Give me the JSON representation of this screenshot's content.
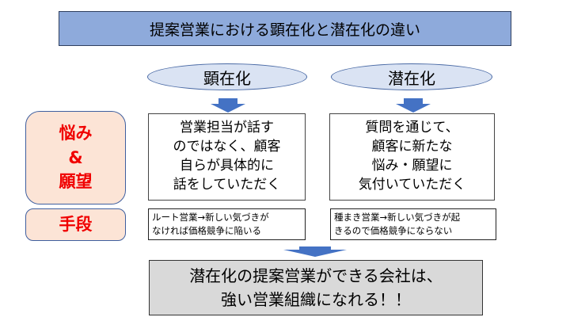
{
  "title": "提案営業における顕在化と潜在化の違い",
  "columns": [
    {
      "header": "顕在化",
      "main_lines": [
        "営業担当が話す",
        "のではなく、顧客",
        "自らが具体的に",
        "話をしていただく"
      ],
      "means_lines": [
        "ルート営業→新しい気づきが",
        "なければ価格競争に陥いる"
      ]
    },
    {
      "header": "潜在化",
      "main_lines": [
        "質問を通じて、",
        "顧客に新たな",
        "悩み・願望に",
        "気付いていただく"
      ],
      "means_lines": [
        "種まき営業→新しい気づきが起",
        "きるので価格競争にならない"
      ]
    }
  ],
  "side_labels": {
    "worries_lines": [
      "悩み",
      "&",
      "願望"
    ],
    "means": "手段"
  },
  "conclusion_lines": [
    "潜在化の提案営業ができる会社は、",
    "強い営業組織になれる！！"
  ],
  "colors": {
    "title_bg": "#8eaadb",
    "ellipse_bg": "#dae3f3",
    "arrow": "#4472c4",
    "side_bg": "#fce4d6",
    "side_text": "#f00000",
    "conclusion_bg": "#d9d9d9"
  }
}
